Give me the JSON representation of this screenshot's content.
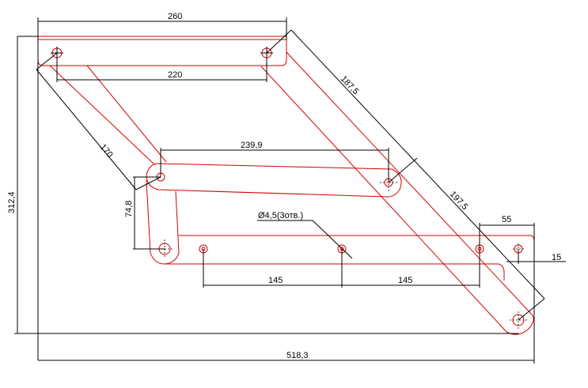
{
  "drawing": {
    "dimensions": {
      "top_bar_length": "260",
      "top_hole_spacing": "220",
      "middle_link_length": "239,9",
      "total_height": "312,4",
      "vertical_link_offset": "74,8",
      "left_link_length": "170",
      "right_link_upper": "187,5",
      "right_link_lower": "197,5",
      "right_offset": "55",
      "right_edge_offset": "15",
      "hole_spacing_1": "145",
      "hole_spacing_2": "145",
      "total_width": "518,3"
    },
    "hole_callout": "Ø4,5(3отв.)",
    "colors": {
      "part": "#d40000",
      "dimension": "#000000"
    }
  }
}
